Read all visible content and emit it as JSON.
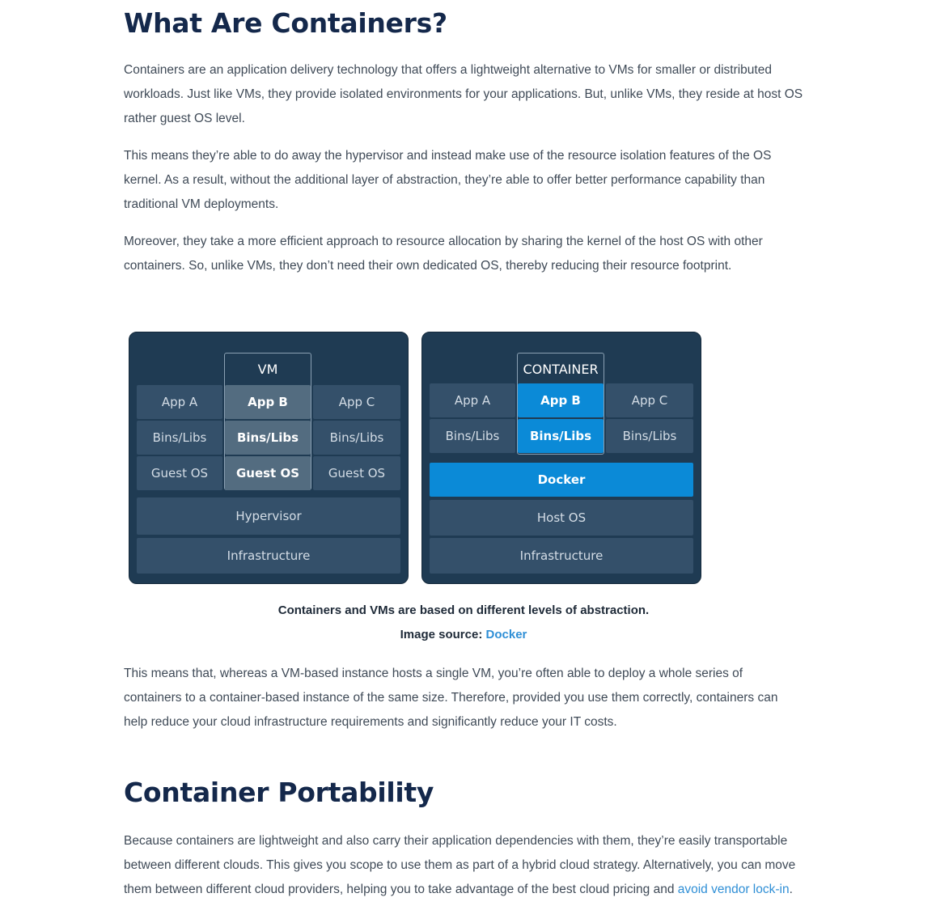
{
  "section1": {
    "heading": "What Are Containers?",
    "p1": "Containers are an application delivery technology that offers a lightweight alternative to VMs for smaller or distributed workloads. Just like VMs, they provide isolated environments for your applications. But, unlike VMs, they reside at host OS rather guest OS level.",
    "p2": "This means they’re able to do away the hypervisor and instead make use of the resource isolation features of the OS kernel. As a result, without the additional layer of abstraction, they’re able to offer better performance capability than traditional VM deployments.",
    "p3": "Moreover, they take a more efficient approach to resource allocation by sharing the kernel of the host OS with other containers. So, unlike VMs, they don’t need their own dedicated OS, thereby reducing their resource footprint.",
    "p4": "This means that, whereas a VM-based instance hosts a single VM, you’re often able to deploy a whole series of containers to a container-based instance of the same size. Therefore, provided you use them correctly, containers can help reduce your cloud infrastructure requirements and significantly reduce your IT costs."
  },
  "diagram": {
    "vm": {
      "label": "VM",
      "app_a": "App A",
      "app_b": "App B",
      "app_c": "App C",
      "bins_a": "Bins/Libs",
      "bins_b": "Bins/Libs",
      "bins_c": "Bins/Libs",
      "os_a": "Guest OS",
      "os_b": "Guest OS",
      "os_c": "Guest OS",
      "hypervisor": "Hypervisor",
      "infrastructure": "Infrastructure"
    },
    "container": {
      "label": "CONTAINER",
      "app_a": "App A",
      "app_b": "App B",
      "app_c": "App C",
      "bins_a": "Bins/Libs",
      "bins_b": "Bins/Libs",
      "bins_c": "Bins/Libs",
      "docker": "Docker",
      "host_os": "Host OS",
      "infrastructure": "Infrastructure"
    },
    "colors": {
      "panel": "#1f3b53",
      "cell": "#34506a",
      "highlight": "#0b8ad7"
    }
  },
  "caption": {
    "line1": "Containers and VMs are based on different levels of abstraction.",
    "source_label": "Image source:",
    "source_link": "Docker"
  },
  "section2": {
    "heading": "Container Portability",
    "p1_text": "Because containers are lightweight and also carry their application dependencies with them, they’re easily transportable between different clouds. This gives you scope to use them as part of a hybrid cloud strategy. Alternatively, you can move them between different cloud providers, helping you to take advantage of the best cloud pricing and ",
    "p1_link": "avoid vendor lock-in",
    "p1_end": "."
  }
}
